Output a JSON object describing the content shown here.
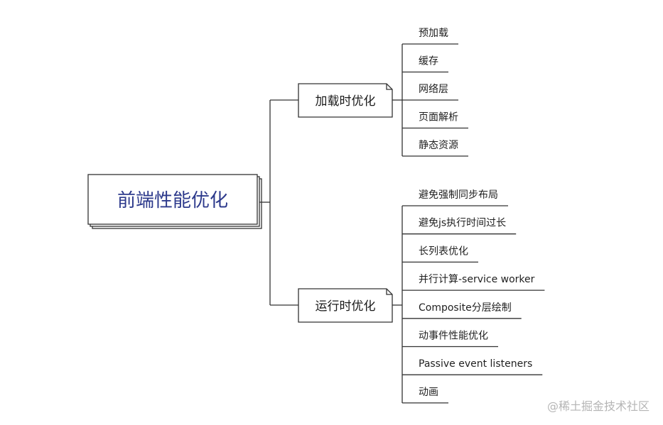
{
  "root": {
    "label": "前端性能优化"
  },
  "branches": [
    {
      "label": "加载时优化",
      "leaves": [
        "预加载",
        "缓存",
        "网络层",
        "页面解析",
        "静态资源"
      ]
    },
    {
      "label": "运行时优化",
      "leaves": [
        "避免强制同步布局",
        "避免js执行时间过长",
        "长列表优化",
        "并行计算-service worker",
        "Composite分层绘制",
        "动事件性能优化",
        "Passive event listeners",
        "动画"
      ]
    }
  ],
  "watermark": "@稀土掘金技术社区",
  "colors": {
    "root_text": "#2d3a8c",
    "line": "#333333"
  }
}
